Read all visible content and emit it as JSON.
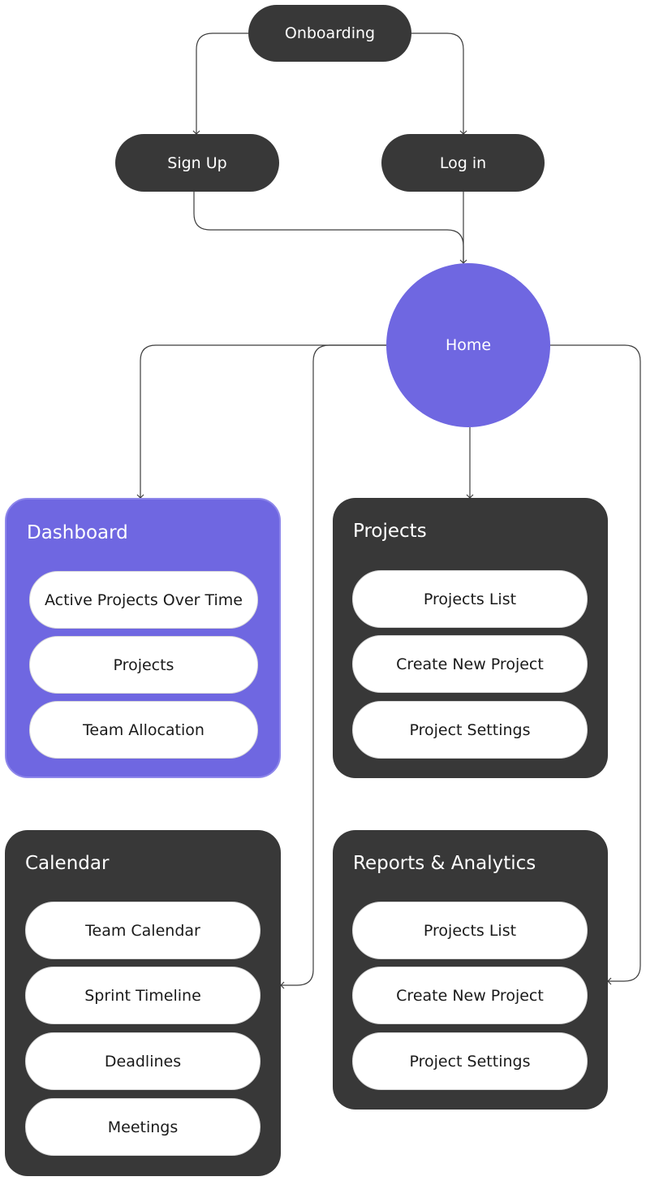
{
  "colors": {
    "dark": "#383838",
    "accent": "#6f67e1",
    "line": "#3d3d3d"
  },
  "nodes": {
    "onboarding": "Onboarding",
    "sign_up": "Sign Up",
    "log_in": "Log in",
    "home": "Home"
  },
  "sections": {
    "dashboard": {
      "title": "Dashboard",
      "items": [
        "Active Projects Over Time",
        "Projects",
        "Team Allocation"
      ]
    },
    "projects": {
      "title": "Projects",
      "items": [
        "Projects List",
        "Create New Project",
        "Project Settings"
      ]
    },
    "calendar": {
      "title": "Calendar",
      "items": [
        "Team Calendar",
        "Sprint Timeline",
        "Deadlines",
        "Meetings"
      ]
    },
    "reports": {
      "title": "Reports & Analytics",
      "items": [
        "Projects List",
        "Create New Project",
        "Project Settings"
      ]
    }
  }
}
